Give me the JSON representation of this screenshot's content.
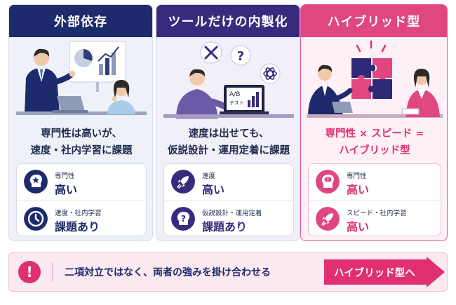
{
  "cards": [
    {
      "title": "外部依存",
      "summary": [
        "専門性は高いが、",
        "速度・社内学習に課題"
      ],
      "metrics": [
        {
          "icon": "brain-star-icon",
          "label": "専門性",
          "value": "高い"
        },
        {
          "icon": "clock-icon",
          "label": "速度・社内学習",
          "value": "課題あり"
        }
      ]
    },
    {
      "title": "ツールだけの内製化",
      "summary": [
        "速度は出せても、",
        "仮説設計・運用定着に課題"
      ],
      "illustration_text": "A/B\nテスト",
      "metrics": [
        {
          "icon": "rocket-icon",
          "label": "速度",
          "value": "高い"
        },
        {
          "icon": "question-head-icon",
          "label": "仮説設計・運用定着",
          "value": "課題あり"
        }
      ]
    },
    {
      "title": "ハイブリッド型",
      "summary": [
        "専門性 × スピード =",
        "ハイブリッド型"
      ],
      "metrics": [
        {
          "icon": "brain-icon",
          "label": "専門性",
          "value": "高い"
        },
        {
          "icon": "rocket-icon",
          "label": "スピード・社内学習",
          "value": "高い"
        }
      ]
    }
  ],
  "banner": {
    "icon": "exclamation-icon",
    "message": "二項対立ではなく、両者の強みを掛け合わせる",
    "cta": "ハイブリッド型へ"
  },
  "colors": {
    "navy": "#1d2a6b",
    "purple": "#3a2a7e",
    "pink": "#e0467f",
    "accent_pink": "#e0306f"
  }
}
